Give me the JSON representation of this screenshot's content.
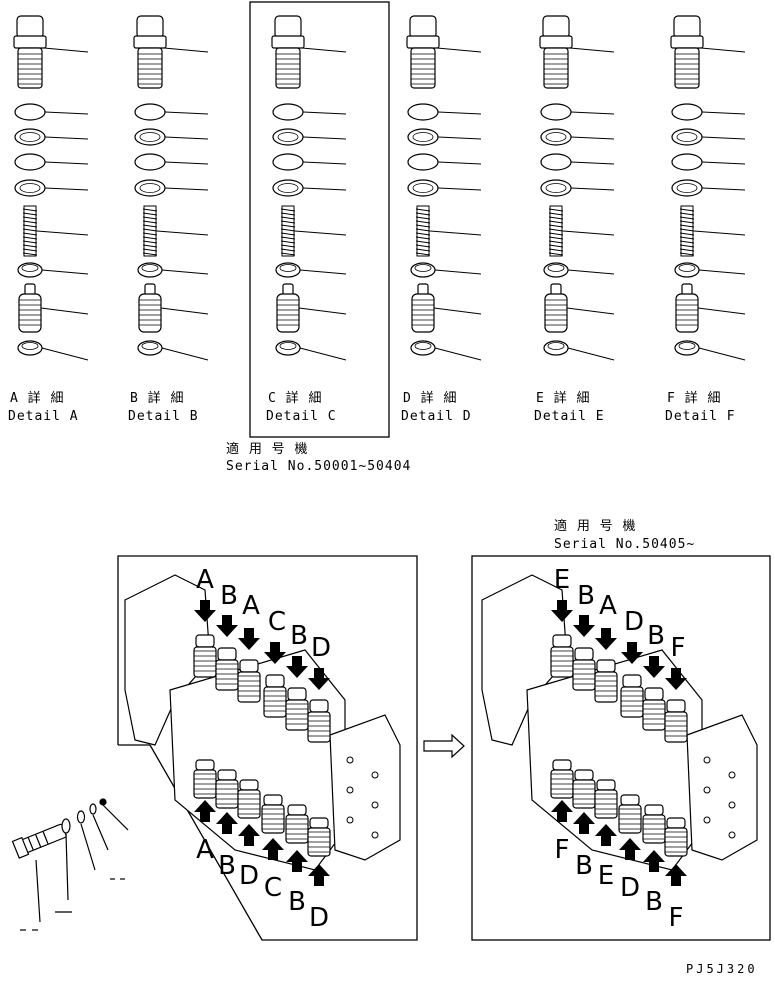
{
  "details": [
    {
      "key": "A",
      "label_ja": "A 詳 細",
      "label_en": "Detail A"
    },
    {
      "key": "B",
      "label_ja": "B 詳 細",
      "label_en": "Detail B"
    },
    {
      "key": "C",
      "label_ja": "C 詳 細",
      "label_en": "Detail C"
    },
    {
      "key": "D",
      "label_ja": "D 詳 細",
      "label_en": "Detail D"
    },
    {
      "key": "E",
      "label_ja": "E 詳 細",
      "label_en": "Detail E"
    },
    {
      "key": "F",
      "label_ja": "F 詳 細",
      "label_en": "Detail F"
    }
  ],
  "serial_old": {
    "ja": "適 用 号 機",
    "en": "Serial No.50001~50404"
  },
  "serial_new": {
    "ja": "適 用 号 機",
    "en": "Serial No.50405~"
  },
  "left_view": {
    "top_letters": [
      "A",
      "B",
      "A",
      "C",
      "B",
      "D"
    ],
    "bottom_letters": [
      "A",
      "B",
      "D",
      "C",
      "B",
      "D"
    ]
  },
  "right_view": {
    "top_letters": [
      "E",
      "B",
      "A",
      "D",
      "B",
      "F"
    ],
    "bottom_letters": [
      "F",
      "B",
      "E",
      "D",
      "B",
      "F"
    ]
  },
  "drawing_code": "PJ5J320"
}
